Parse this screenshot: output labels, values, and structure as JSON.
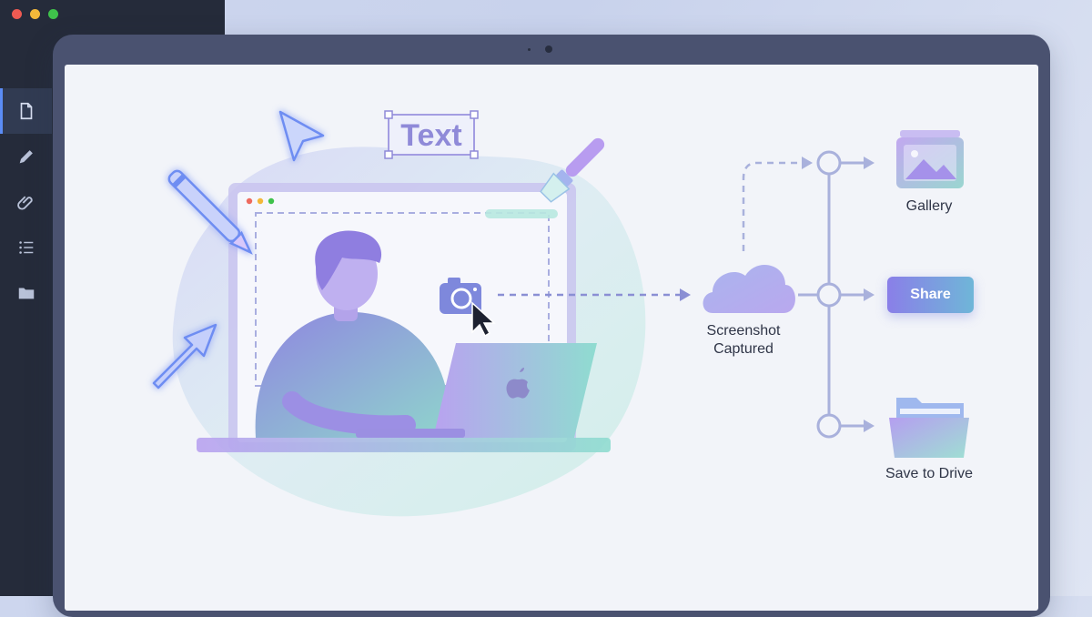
{
  "window": {
    "controls": [
      "close",
      "minimize",
      "maximize"
    ]
  },
  "toolbar": {
    "tools": [
      {
        "icon": "document-icon",
        "active": true
      },
      {
        "icon": "pencil-icon",
        "active": false
      },
      {
        "icon": "paperclip-icon",
        "active": false
      },
      {
        "icon": "list-icon",
        "active": false
      },
      {
        "icon": "folder-icon",
        "active": false
      }
    ]
  },
  "illustration": {
    "text_tool_label": "Text",
    "capture_label_line1": "Screenshot",
    "capture_label_line2": "Captured",
    "gallery_label": "Gallery",
    "share_label": "Share",
    "drive_label": "Save to Drive"
  },
  "colors": {
    "accent_purple": "#8a7fe8",
    "accent_teal": "#6fc8c8",
    "connector": "#a9b1dc",
    "sidebar": "#252b3a"
  }
}
